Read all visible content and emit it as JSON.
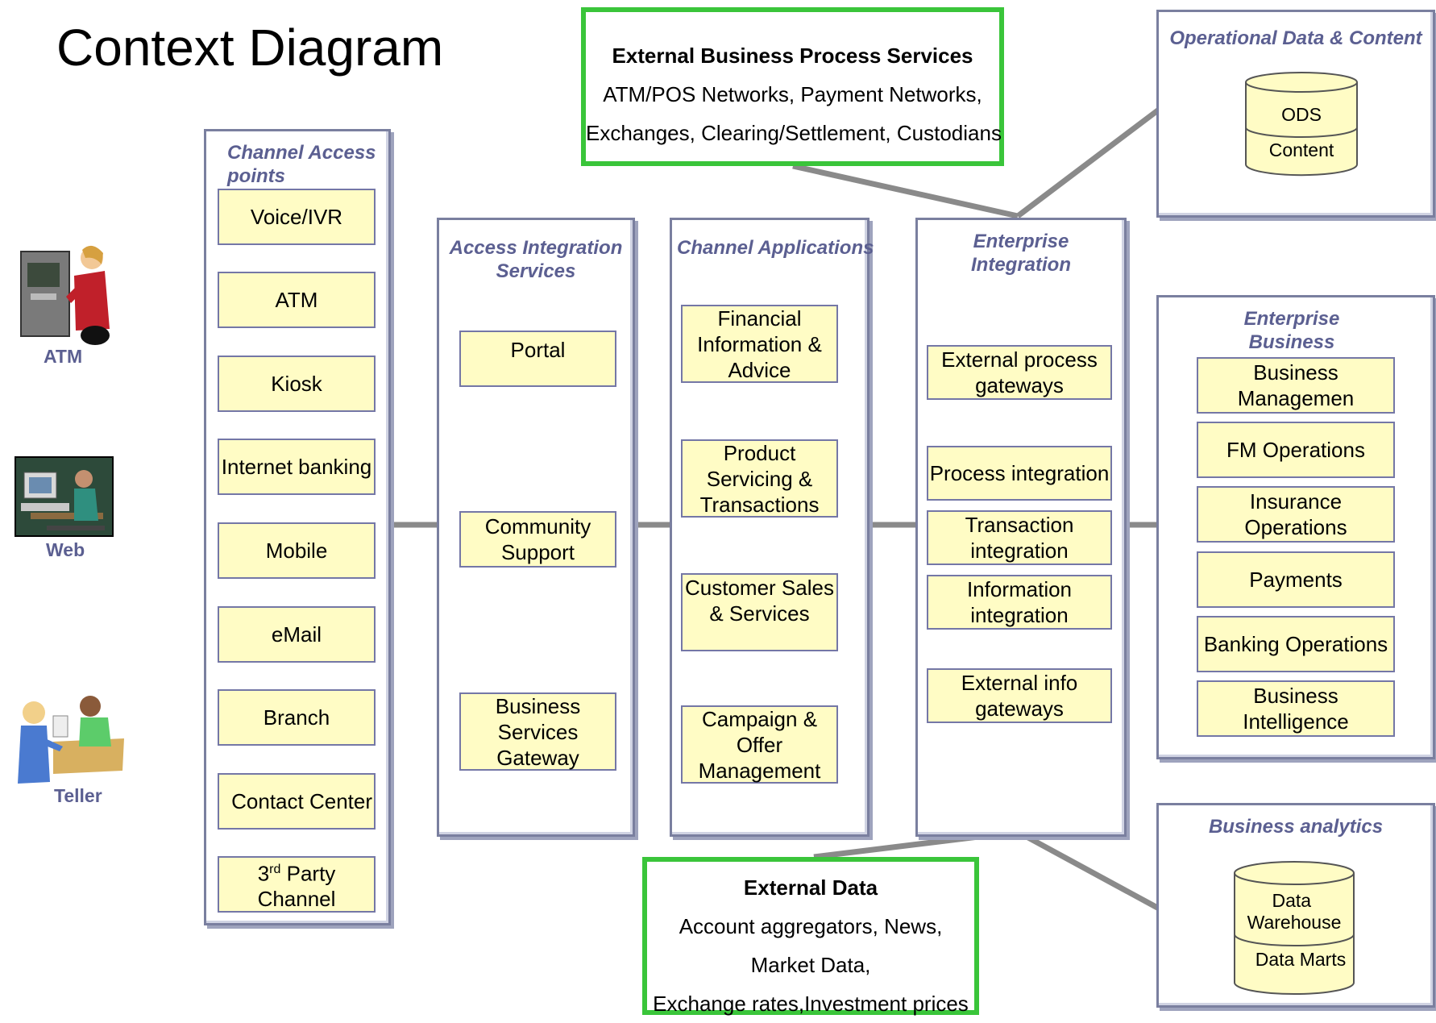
{
  "title": "Context Diagram",
  "external_bps": {
    "heading": "External Business Process Services",
    "line1": "ATM/POS Networks, Payment Networks,",
    "line2": "Exchanges, Clearing/Settlement, Custodians"
  },
  "external_data": {
    "heading": "External Data",
    "line1": "Account aggregators, News,",
    "line2": "Market Data,",
    "line3": "Exchange rates,Investment prices"
  },
  "actors": {
    "atm": "ATM",
    "web": "Web",
    "teller": "Teller"
  },
  "channel_access": {
    "title": "Channel Access points",
    "items": [
      "Voice/IVR",
      "ATM",
      "Kiosk",
      "Internet banking",
      "Mobile",
      "eMail",
      "Branch",
      "Contact Center"
    ],
    "third_party_prefix": "3",
    "third_party_sup": "rd",
    "third_party_rest": " Party Channel"
  },
  "access_integration": {
    "title": "Access Integration Services",
    "items": [
      "Portal",
      "Community Support",
      "Business Services Gateway"
    ]
  },
  "channel_applications": {
    "title": "Channel Applications",
    "items": [
      "Financial Information & Advice",
      "Product Servicing & Transactions",
      "Customer Sales & Services",
      "Campaign & Offer Management"
    ]
  },
  "enterprise_integration": {
    "title": "Enterprise Integration",
    "items": [
      "External process gateways",
      "Process integration",
      "Transaction integration",
      "Information integration",
      "External info gateways"
    ]
  },
  "operational_data": {
    "title": "Operational Data & Content",
    "top": "ODS",
    "bottom": "Content"
  },
  "enterprise_business": {
    "title": "Enterprise Business Applications",
    "items": [
      "Business Managemen",
      "FM Operations",
      "Insurance Operations",
      "Payments",
      "Banking Operations",
      "Business Intelligence"
    ]
  },
  "business_analytics": {
    "title": "Business analytics",
    "top": "Data Warehouse",
    "bottom": "Data Marts"
  },
  "colors": {
    "box_fill": "#fffcc5",
    "box_border": "#7477a6",
    "title_text": "#5b5f91",
    "green_border": "#3ac53a",
    "connector": "#8a8a8a"
  }
}
